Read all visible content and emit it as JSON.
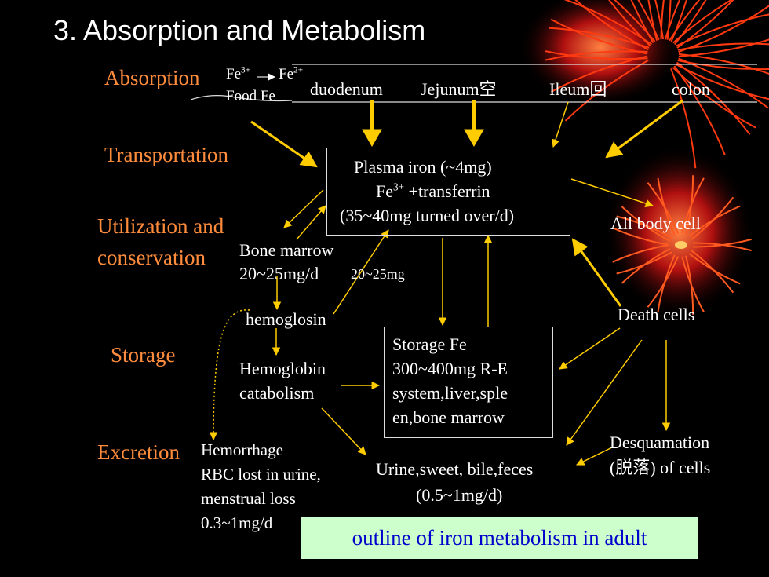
{
  "title": "3. Absorption and Metabolism",
  "stages": {
    "absorption": "Absorption",
    "transportation": "Transportation",
    "utilization_line1": "Utilization and",
    "utilization_line2": "conservation",
    "storage": "Storage",
    "excretion": "Excretion"
  },
  "absorption_row": {
    "fe3": "Fe",
    "fe3_charge": "3+",
    "fe2": "Fe",
    "fe2_charge": "2+",
    "food_fe": "Food  Fe",
    "duodenum": "duodenum",
    "jejunum": "Jejunum空",
    "ileum": "Ileum回",
    "colon": "colon"
  },
  "plasma_box": {
    "line1": "Plasma iron        (~4mg)",
    "line2_fe": "Fe",
    "line2_charge": "3+",
    "line2_rest": " +transferrin",
    "line3": "(35~40mg turned over/d)"
  },
  "all_body_cell": "All body cell",
  "bone_marrow": {
    "line1": "Bone marrow",
    "line2": "20~25mg/d"
  },
  "flow_20_25": "20~25mg",
  "hemoglosin": "hemoglosin",
  "hemoglobin_catabolism": {
    "line1": "Hemoglobin",
    "line2": "catabolism"
  },
  "storage_box": {
    "line1": "Storage Fe",
    "line2": "300~400mg  R-E",
    "line3": "system,liver,sple",
    "line4": "en,bone marrow"
  },
  "death_cells": "Death cells",
  "desquamation": {
    "line1": "Desquamation",
    "line2": "(脱落) of cells"
  },
  "urine": {
    "line1": "Urine,sweet, bile,feces",
    "line2": "(0.5~1mg/d)"
  },
  "hemorrhage": {
    "line1": "Hemorrhage",
    "line2": "RBC lost in urine,",
    "line3": "menstrual loss",
    "line4": "0.3~1mg/d"
  },
  "caption": "outline of iron metabolism  in adult",
  "colors": {
    "background": "#000000",
    "stage_label": "#ff8c3c",
    "arrow": "#ffcc00",
    "caption_bg": "#ccffcc",
    "caption_text": "#0000cc",
    "firework": "#ff3300"
  }
}
